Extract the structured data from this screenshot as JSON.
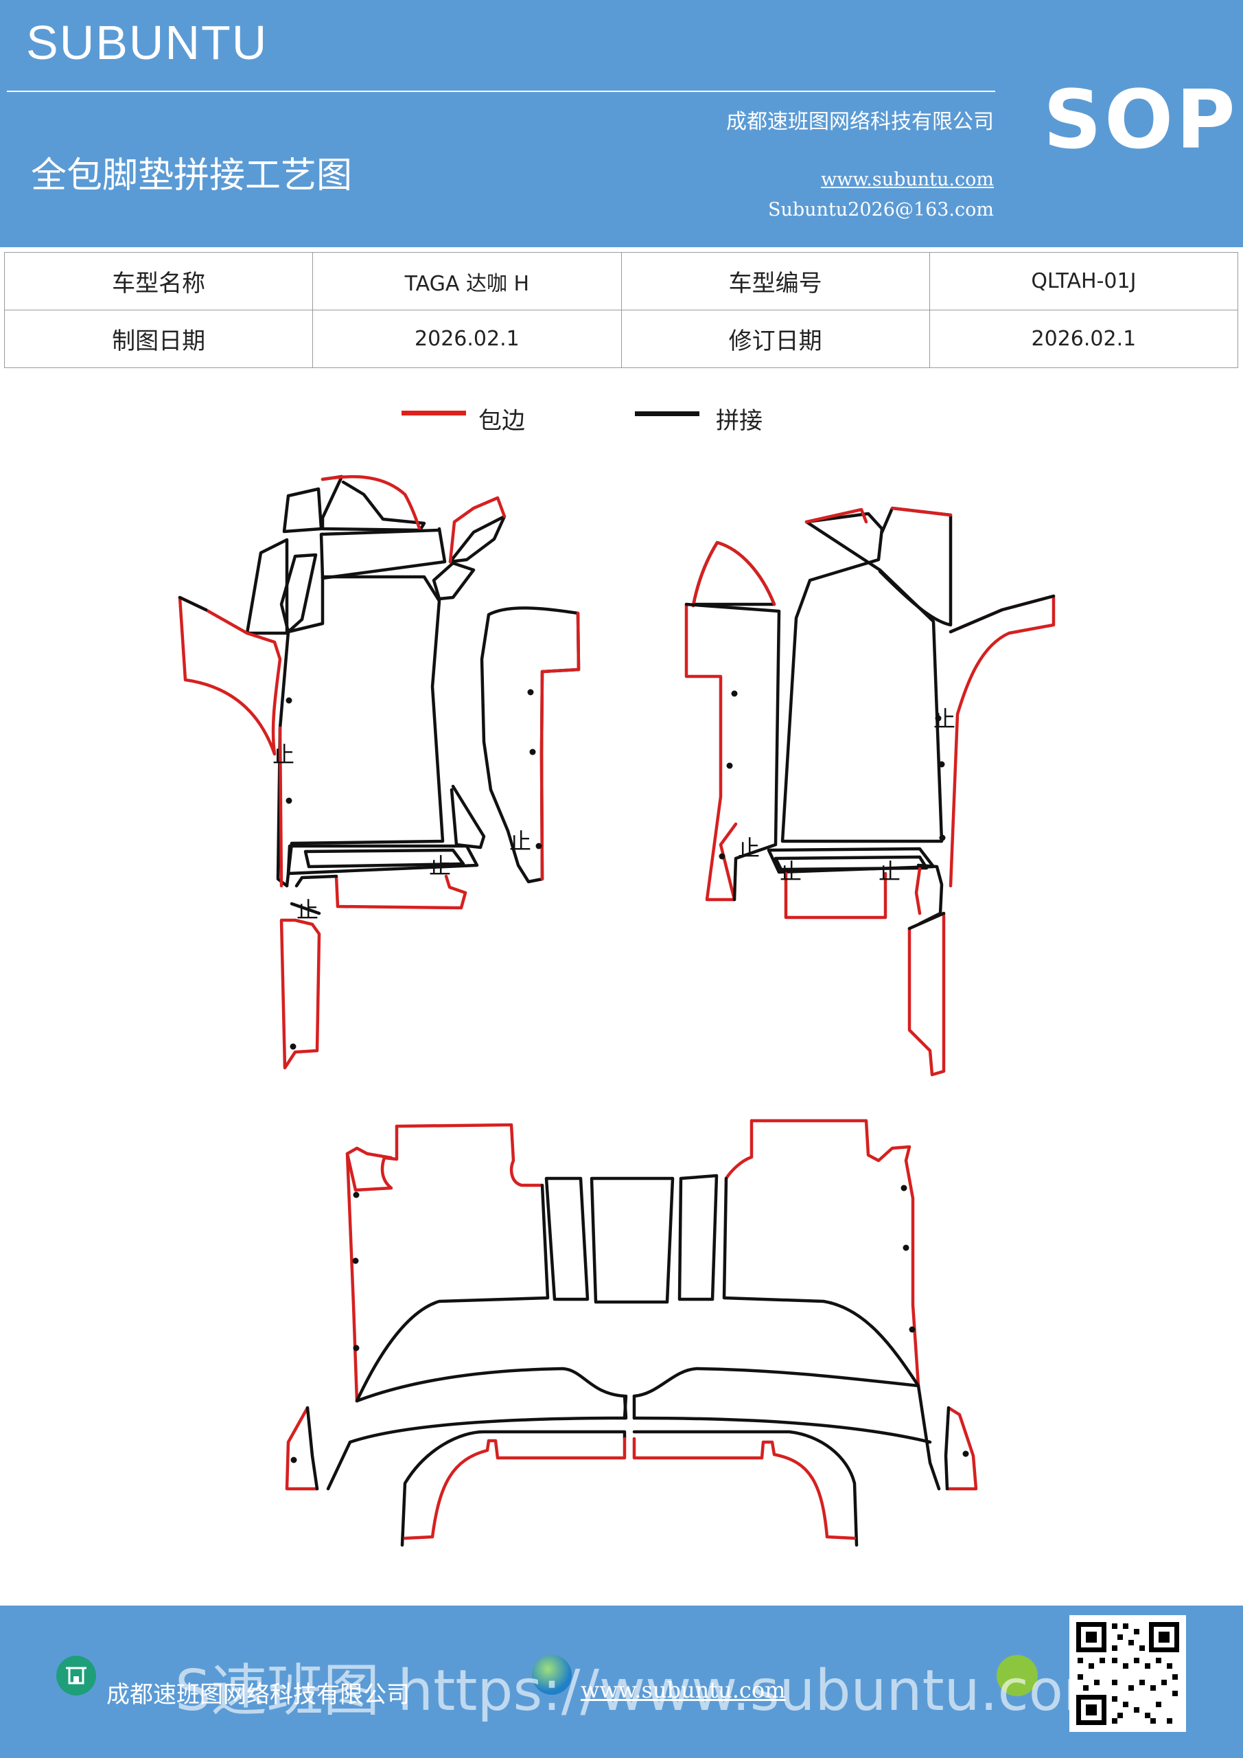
{
  "header": {
    "brand": "SUBUNTU",
    "badge": "SOP",
    "title": "全包脚垫拼接工艺图",
    "company": "成都速班图网络科技有限公司",
    "website": "www.subuntu.com",
    "email": "Subuntu2026@163.com"
  },
  "info_table": {
    "rows": [
      [
        "车型名称",
        "TAGA 达咖  H",
        "车型编号",
        "QLTAH-01J"
      ],
      [
        "制图日期",
        "2026.02.1",
        "修订日期",
        "2026.02.1"
      ]
    ]
  },
  "legend": {
    "edge_label": "包边",
    "joint_label": "拼接",
    "edge_color": "#e0201b",
    "joint_color": "#111111"
  },
  "diagram": {
    "joint_mark": "止"
  },
  "footer": {
    "company": "成都速班图网络科技有限公司",
    "website": "www.subuntu.com",
    "watermark": "S速班图 https://www.subuntu.com"
  },
  "colors": {
    "header_bg": "#5b9bd5",
    "footer_bg": "#5b9bd5"
  }
}
